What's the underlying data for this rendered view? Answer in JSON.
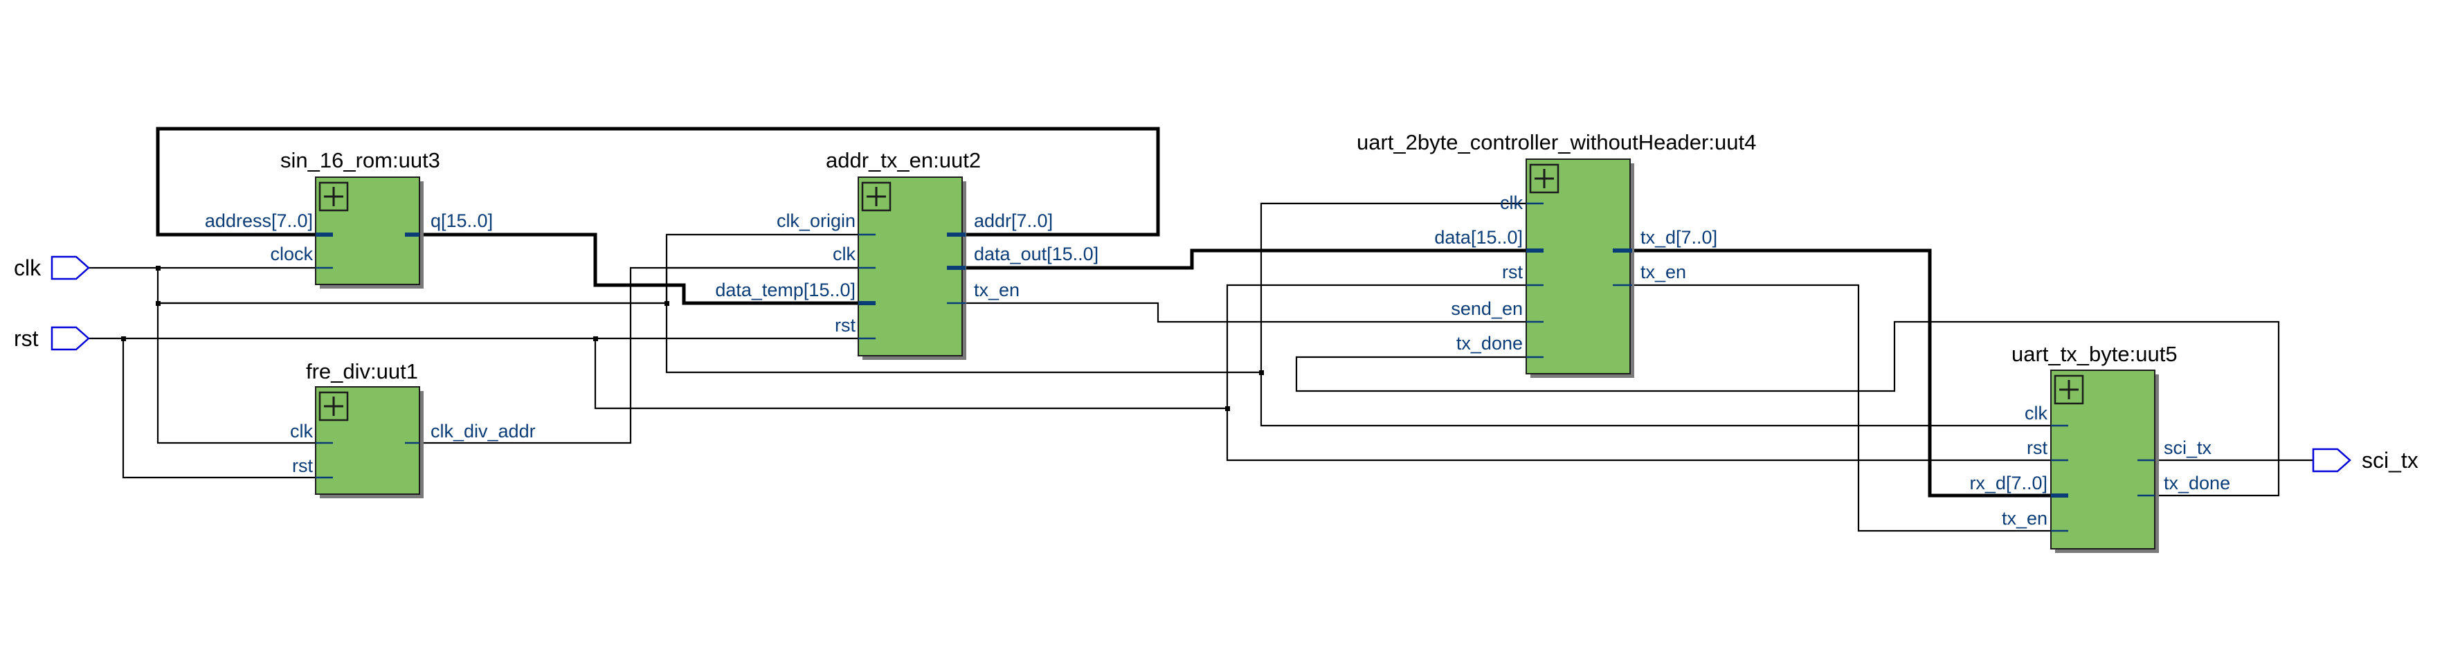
{
  "inputs": [
    {
      "id": "clk",
      "label": "clk"
    },
    {
      "id": "rst",
      "label": "rst"
    }
  ],
  "outputs": [
    {
      "id": "sci_tx",
      "label": "sci_tx"
    }
  ],
  "instances": {
    "uut3": {
      "title": "sin_16_rom:uut3",
      "ports_in": [
        "address[7..0]",
        "clock"
      ],
      "ports_out": [
        "q[15..0]"
      ]
    },
    "uut1": {
      "title": "fre_div:uut1",
      "ports_in": [
        "clk",
        "rst"
      ],
      "ports_out": [
        "clk_div_addr"
      ]
    },
    "uut2": {
      "title": "addr_tx_en:uut2",
      "ports_in": [
        "clk_origin",
        "clk",
        "data_temp[15..0]",
        "rst"
      ],
      "ports_out": [
        "addr[7..0]",
        "data_out[15..0]",
        "tx_en"
      ]
    },
    "uut4": {
      "title": "uart_2byte_controller_withoutHeader:uut4",
      "ports_in": [
        "clk",
        "data[15..0]",
        "rst",
        "send_en",
        "tx_done"
      ],
      "ports_out": [
        "tx_d[7..0]",
        "tx_en"
      ]
    },
    "uut5": {
      "title": "uart_tx_byte:uut5",
      "ports_in": [
        "clk",
        "rst",
        "rx_d[7..0]",
        "tx_en"
      ],
      "ports_out": [
        "sci_tx",
        "tx_done"
      ]
    }
  }
}
